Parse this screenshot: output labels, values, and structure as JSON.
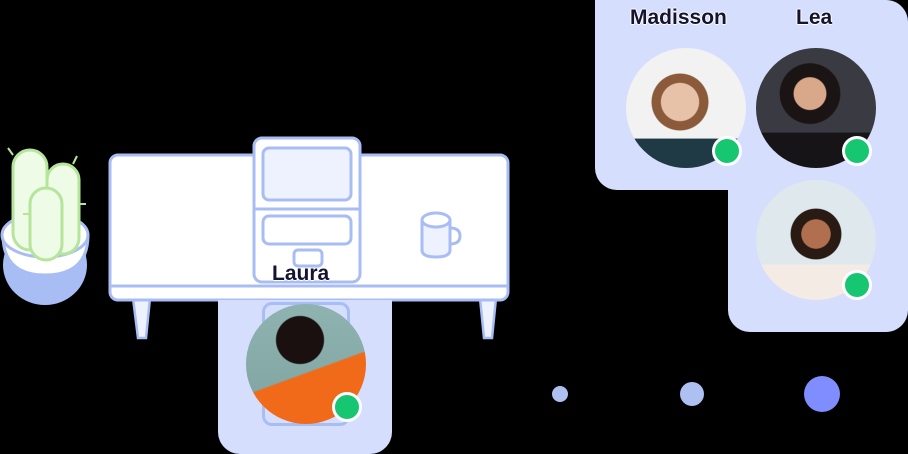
{
  "colors": {
    "panel": "#d6defd",
    "outline": "#a9bdf5",
    "status_online": "#17c671",
    "name_text": "#141330",
    "dot_small": "#aebff2",
    "dot_medium": "#aebff2",
    "dot_large": "#7f8dff",
    "cactus": "#b5e59a"
  },
  "desk": {
    "occupant": {
      "name": "Laura",
      "status": "online"
    }
  },
  "room": {
    "participants": [
      {
        "name": "Madisson",
        "status": "online"
      },
      {
        "name": "Lea",
        "status": "online"
      },
      {
        "name": "",
        "status": "online"
      }
    ]
  },
  "pagination": {
    "dots": [
      "small",
      "medium",
      "large"
    ],
    "active_index": 2
  }
}
